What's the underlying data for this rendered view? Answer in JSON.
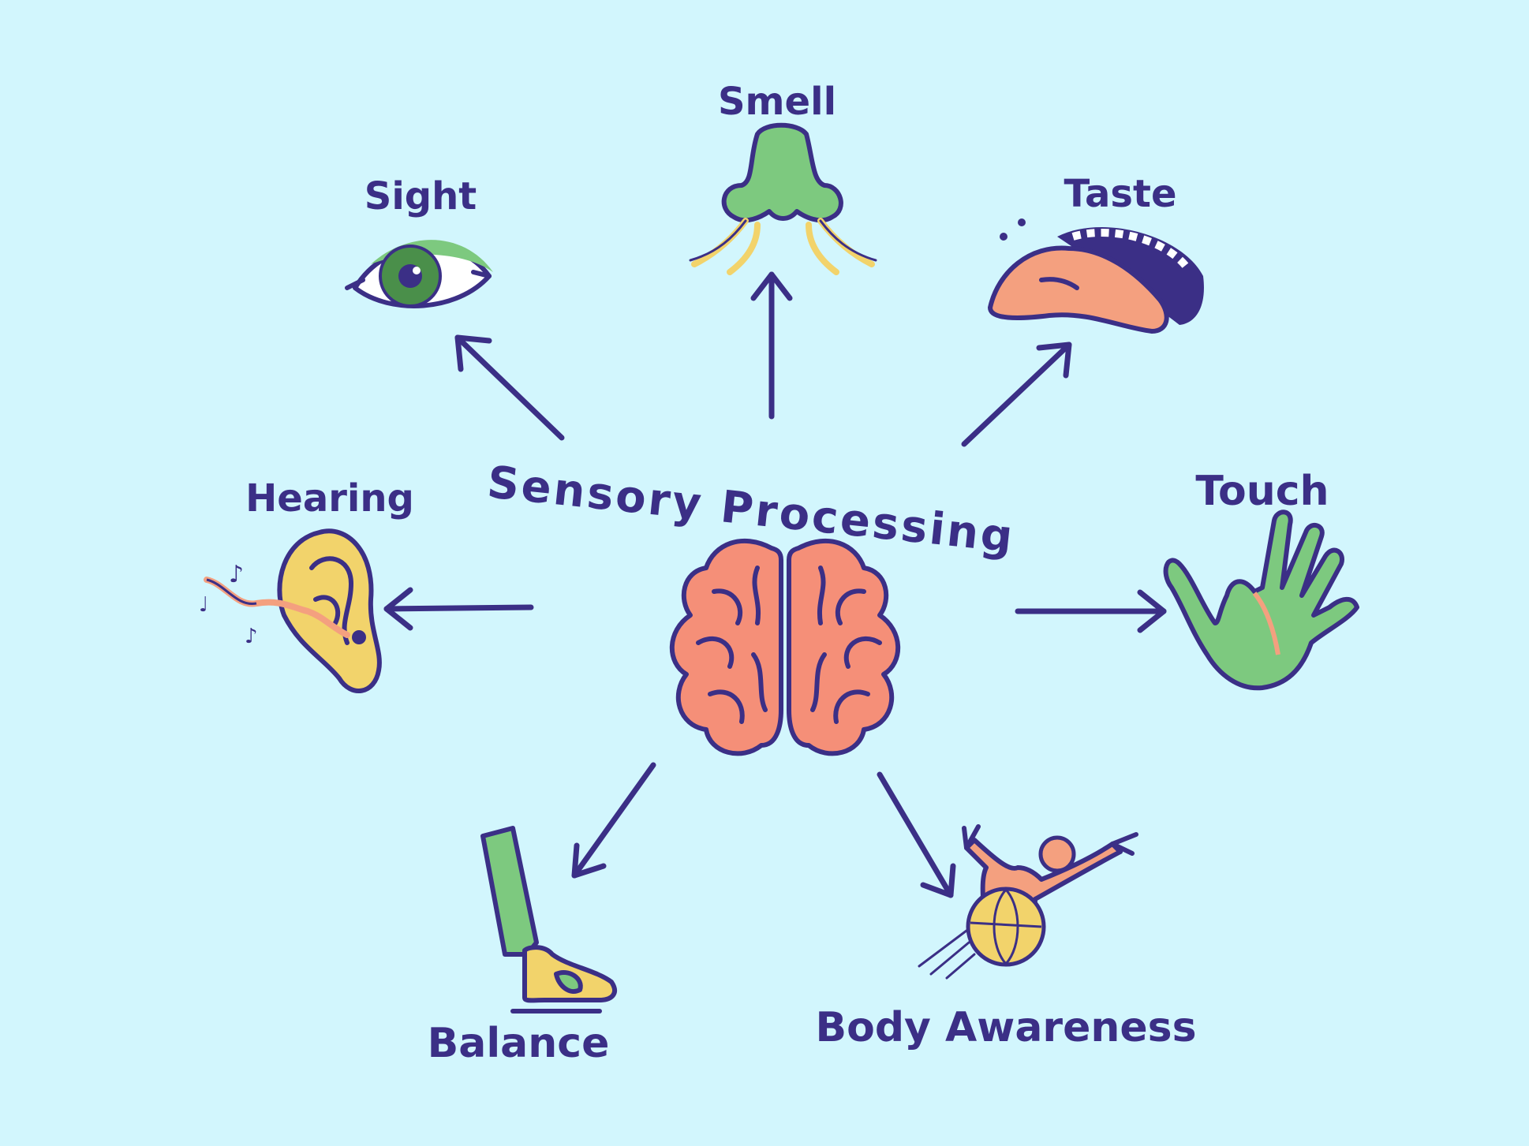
{
  "center": {
    "title": "Sensory Processing",
    "icon": "brain-icon"
  },
  "senses": [
    {
      "id": "sight",
      "label": "Sight",
      "icon": "eye-icon"
    },
    {
      "id": "smell",
      "label": "Smell",
      "icon": "nose-icon"
    },
    {
      "id": "taste",
      "label": "Taste",
      "icon": "tongue-icon"
    },
    {
      "id": "hearing",
      "label": "Hearing",
      "icon": "ear-icon"
    },
    {
      "id": "touch",
      "label": "Touch",
      "icon": "hand-icon"
    },
    {
      "id": "balance",
      "label": "Balance",
      "icon": "leg-shoe-icon"
    },
    {
      "id": "body",
      "label": "Body Awareness",
      "icon": "person-ball-icon"
    }
  ],
  "colors": {
    "background": "#d2f6fd",
    "ink": "#3b2f86",
    "brain": "#f58f78",
    "green": "#7dc97f",
    "yellow": "#f2d36b",
    "coral": "#f4a07f"
  }
}
